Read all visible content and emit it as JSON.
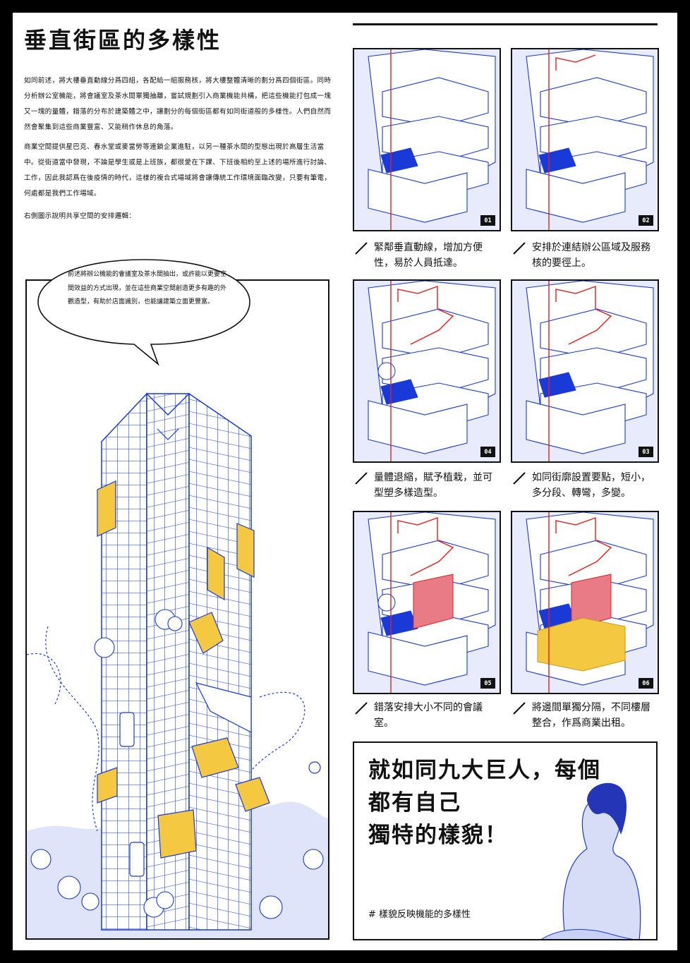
{
  "title": "垂直街區的多樣性",
  "paragraphs": [
    "如同前述，將大樓垂直動線分爲四組，各配給一組服務核，將大樓整體清晰的劃分爲四個街區。同時分析辦公室機能，將會議室及茶水間單獨抽離，嘗試規劃引入商業機能共構，把這些機能打包成一塊又一塊的量體，錯落的分布於建築體之中，讓劃分的每個街區都有如同街道般的多樣性。人們自然而然會聚集到這些商業豐富、又能稍作休息的角落。",
    "商業空間提供星巴克、春水堂或麥當勞等連鎖企業進駐，以另一種茶水間的型態出現於高層生活當中。從街道當中發現，不論是學生或是上班族，都很愛在下課、下班後相約至上述的場所進行討論、工作，因此我認爲在後疫情的時代，這樣的複合式場域將會讓傳統工作環境面臨改變，只要有筆電，何處都是我們工作場域。",
    "右側圖示說明共享空間的安排邏輯："
  ],
  "bubble": "前述將辦公機能的會議室及茶水間抽出，或許能以更要空間效益的方式出現，並在這些商業空間創造更多有趣的外觀造型，有助於店面識別，也能讓建築立面更豐富。",
  "panels": [
    {
      "num": "01",
      "caption": "緊鄰垂直動線，增加方便性，易於人員抵達。"
    },
    {
      "num": "02",
      "caption": "安排於連結辦公區域及服務核的要徑上。"
    },
    {
      "num": "04",
      "caption": "量體退縮，賦予植栽，並可型塑多樣造型。"
    },
    {
      "num": "03",
      "caption": "如同街廓設置要點，短小，多分段、轉彎，多變。"
    },
    {
      "num": "05",
      "caption": "錯落安排大小不同的會議室。"
    },
    {
      "num": "06",
      "caption": "將邊間單獨分隔，不同樓層整合，作爲商業出租。"
    }
  ],
  "quote": [
    "就如同九大巨人，每個",
    "都有自己",
    "獨特的樣貌！"
  ],
  "hashtag": "# 樣貌反映機能的多樣性",
  "colors": {
    "blue": "#1a3ad8",
    "light_blue": "#c9d2f5",
    "yellow": "#f5c842",
    "red": "#e02020",
    "pink": "#e87b86"
  }
}
